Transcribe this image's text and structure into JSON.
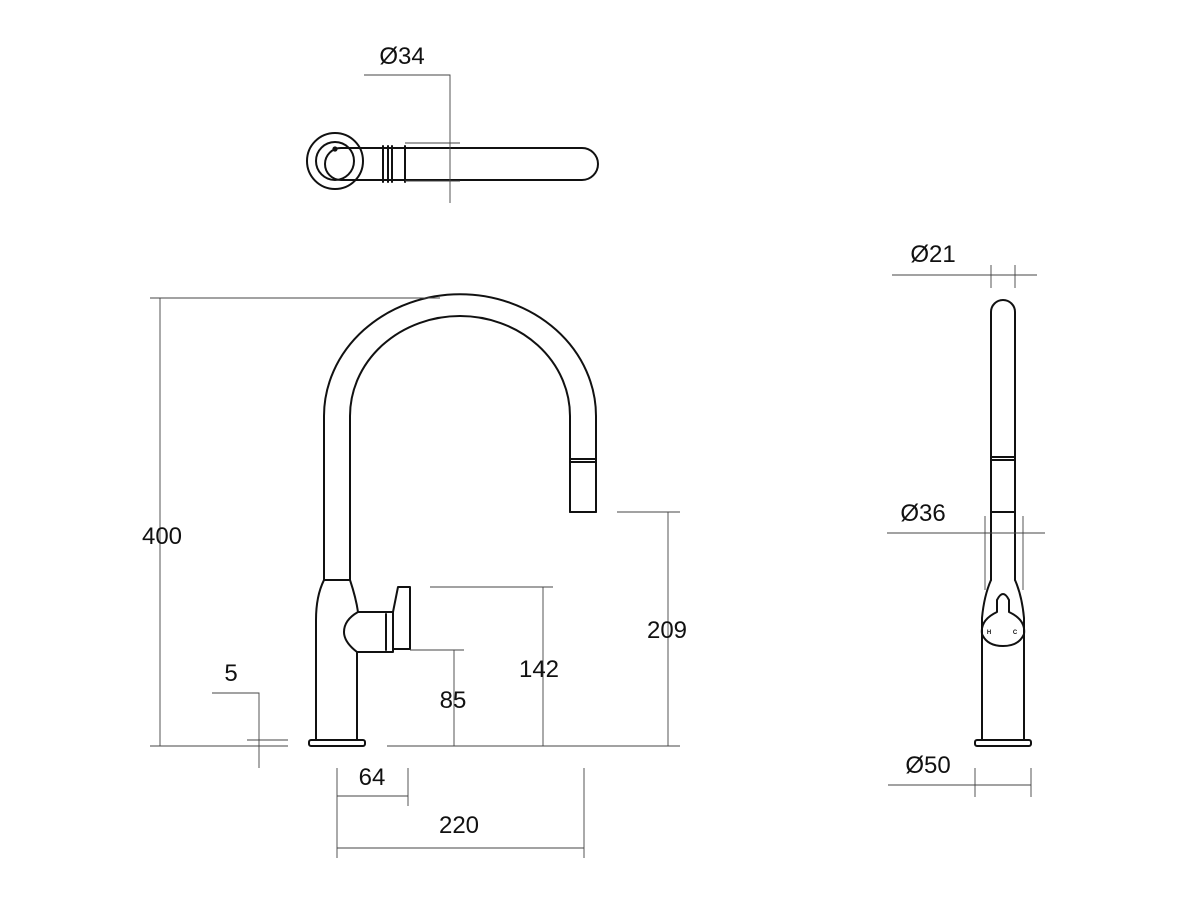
{
  "dimensions": {
    "top_view_diameter": "Ø34",
    "overall_height": "400",
    "base_thickness": "5",
    "handle_height": "85",
    "lever_top_height": "142",
    "outlet_height": "209",
    "base_to_lever": "64",
    "reach": "220",
    "spout_diameter": "Ø21",
    "body_diameter": "Ø36",
    "base_diameter": "Ø50"
  },
  "markings": {
    "hot": "H",
    "cold": "C"
  },
  "colors": {
    "line": "#111111",
    "dimension_line": "#444444",
    "background": "#ffffff"
  }
}
